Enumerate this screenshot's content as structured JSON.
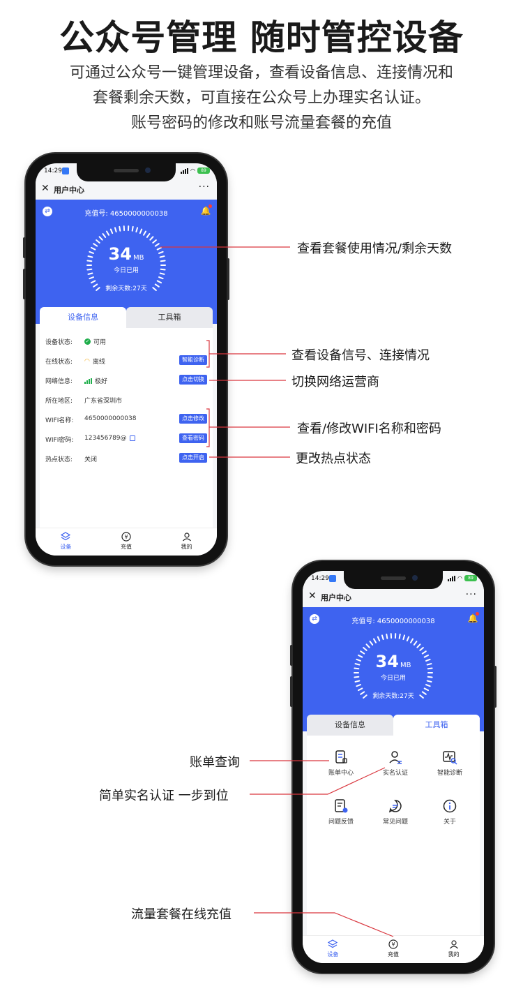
{
  "headline": "公众号管理 随时管控设备",
  "description": [
    "可通过公众号一键管理设备，查看设备信息、连接情况和",
    "套餐剩余天数，可直接在公众号上办理实名认证。",
    "账号密码的修改和账号流量套餐的充值"
  ],
  "phone": {
    "status_time": "14:29",
    "battery": "89",
    "nav_title": "用户中心",
    "close_icon": "close-icon",
    "more_icon": "more-icon",
    "account_label": "充值号: 4650000000038",
    "usage_value": "34",
    "usage_unit": "MB",
    "usage_label": "今日已用",
    "days_left": "剩余天数:27天",
    "tab_device": "设备信息",
    "tab_toolbox": "工具箱",
    "device_rows": [
      {
        "key": "设备状态:",
        "value": "可用",
        "button": ""
      },
      {
        "key": "在线状态:",
        "value": "离线",
        "button": "智能诊断"
      },
      {
        "key": "网络信息:",
        "value": "极好",
        "button": "点击切换"
      },
      {
        "key": "所在地区:",
        "value": "广东省深圳市",
        "button": ""
      },
      {
        "key": "WIFI名称:",
        "value": "4650000000038",
        "button": "点击修改"
      },
      {
        "key": "WIFI密码:",
        "value": "123456789@",
        "button": "查看密码"
      },
      {
        "key": "热点状态:",
        "value": "关闭",
        "button": "点击开启"
      }
    ],
    "tools": [
      {
        "label": "账单中心",
        "icon": "bill-icon"
      },
      {
        "label": "实名认证",
        "icon": "person-verify-icon"
      },
      {
        "label": "智能诊断",
        "icon": "diagnose-icon"
      },
      {
        "label": "问题反馈",
        "icon": "feedback-icon"
      },
      {
        "label": "常见问题",
        "icon": "faq-icon"
      },
      {
        "label": "关于",
        "icon": "info-icon"
      }
    ],
    "bottom_nav": [
      {
        "label": "设备",
        "icon": "layers-icon"
      },
      {
        "label": "充值",
        "icon": "yuan-icon"
      },
      {
        "label": "我的",
        "icon": "user-icon"
      }
    ]
  },
  "callouts": {
    "usage": "查看套餐使用情况/剩余天数",
    "signal": "查看设备信号、连接情况",
    "switch_network": "切换网络运营商",
    "wifi": "查看/修改WIFI名称和密码",
    "hotspot": "更改热点状态",
    "bill": "账单查询",
    "realname": "简单实名认证 一步到位",
    "recharge": "流量套餐在线充值"
  },
  "colors": {
    "brand_blue": "#3e63f0",
    "leader_red": "#d9363e",
    "ok_green": "#1fae4b"
  }
}
